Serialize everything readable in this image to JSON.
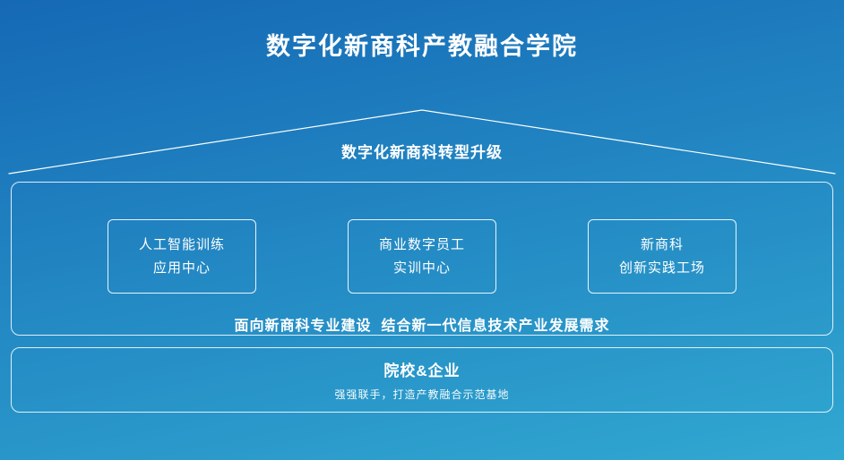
{
  "title": "数字化新商科产教融合学院",
  "roof": {
    "label": "数字化新商科转型升级"
  },
  "main_panel": {
    "boxes": [
      {
        "line1": "人工智能训练",
        "line2": "应用中心"
      },
      {
        "line1": "商业数字员工",
        "line2": "实训中心"
      },
      {
        "line1": "新商科",
        "line2": "创新实践工场"
      }
    ],
    "caption": "面向新商科专业建设  结合新一代信息技术产业发展需求"
  },
  "bottom_panel": {
    "title": "院校&企业",
    "subtitle": "强强联手，打造产教融合示范基地"
  },
  "colors": {
    "bg_top": "#1569b5",
    "bg_bottom": "#31a8d1",
    "line": "#ffffff"
  }
}
